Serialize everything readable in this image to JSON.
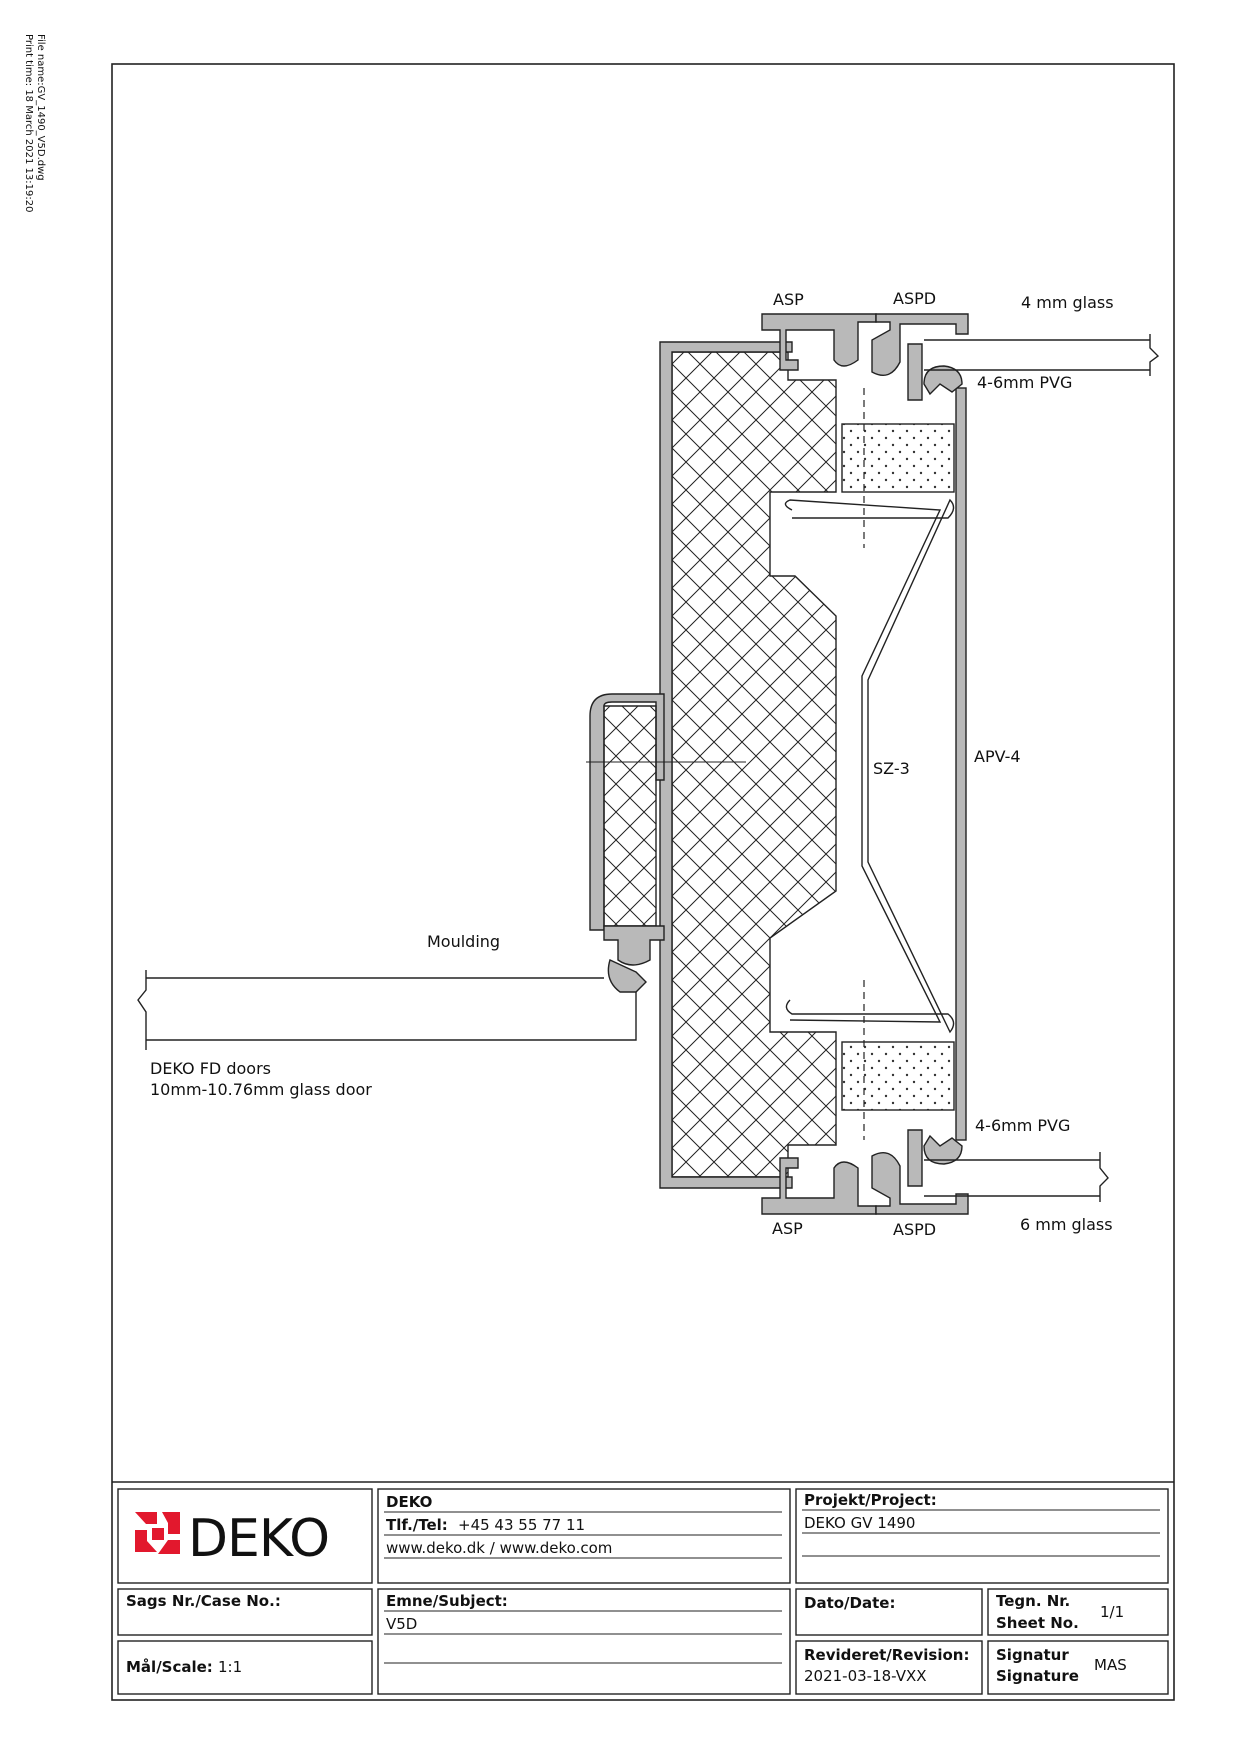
{
  "print_info": {
    "print_time": "Print time: 18 March 2021 13:19:20",
    "file_name": "File name:GV_1490_V5D.dwg"
  },
  "labels": {
    "asp_top": "ASP",
    "aspd_top": "ASPD",
    "glass_top": "4 mm glass",
    "pvg_top": "4-6mm PVG",
    "sz3": "SZ-3",
    "apv4": "APV-4",
    "moulding": "Moulding",
    "door_line1": "DEKO FD doors",
    "door_line2": "10mm-10.76mm glass door",
    "pvg_bottom": "4-6mm PVG",
    "asp_bottom": "ASP",
    "aspd_bottom": "ASPD",
    "glass_bottom": "6 mm glass"
  },
  "title_block": {
    "logo_text": "DEKO",
    "company": "DEKO",
    "tel_label": "Tlf./Tel:",
    "tel_value": "+45 43 55 77 11",
    "web": "www.deko.dk / www.deko.com",
    "project_label": "Projekt/Project:",
    "project_value": "DEKO GV 1490",
    "case_label": "Sags Nr./Case No.:",
    "subject_label": "Emne/Subject:",
    "subject_value": "V5D",
    "date_label": "Dato/Date:",
    "sheet_label1": "Tegn. Nr.",
    "sheet_label2": "Sheet No.",
    "sheet_value": "1/1",
    "scale_label": "Mål/Scale:",
    "scale_value": "1:1",
    "revision_label": "Revideret/Revision:",
    "revision_value": "2021-03-18-VXX",
    "signature_label1": "Signatur",
    "signature_label2": "Signature",
    "signature_value": "MAS"
  },
  "colors": {
    "logo_red": "#e2182d",
    "profile_grey": "#b9b9b9"
  }
}
